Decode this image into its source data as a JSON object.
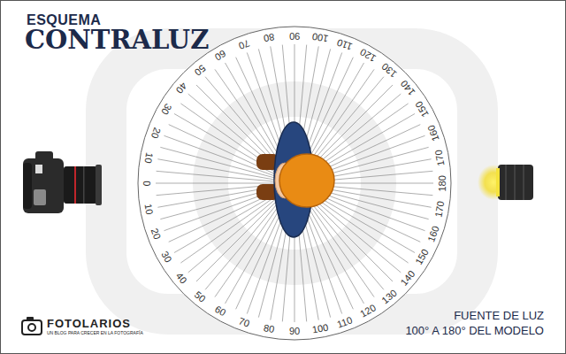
{
  "diagram": {
    "title": "CONTRALUZ",
    "labels": [
      "ESQUEMA",
      "0",
      "10",
      "20",
      "30",
      "40",
      "50",
      "60",
      "70",
      "80",
      "90",
      "100",
      "110",
      "120",
      "130",
      "140",
      "150",
      "160",
      "170",
      "180",
      "10",
      "20",
      "30",
      "40",
      "50",
      "60",
      "70",
      "80",
      "90",
      "100",
      "110",
      "120",
      "130",
      "140",
      "150",
      "160",
      "170",
      "FOTOLARIOS",
      "UN BLOG PARA CRECER EN LA FOTOGRAFÍA",
      "FUENTE DE LUZ",
      "100° A 180° DEL MODELO"
    ]
  }
}
